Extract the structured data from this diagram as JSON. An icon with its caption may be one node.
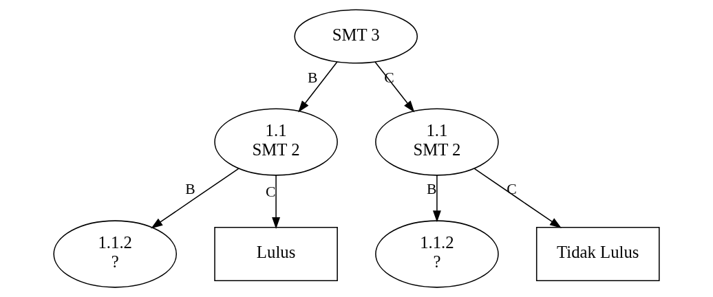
{
  "diagram": {
    "nodes": [
      {
        "text": [
          "SMT 3"
        ]
      },
      {
        "text": [
          "1.1",
          "SMT 2"
        ]
      },
      {
        "text": [
          "1.1",
          "SMT 2"
        ]
      },
      {
        "text": [
          "1.1.2",
          "?"
        ]
      },
      {
        "text": [
          "Lulus"
        ]
      },
      {
        "text": [
          "1.1.2",
          "?"
        ]
      },
      {
        "text": [
          "Tidak Lulus"
        ]
      }
    ],
    "edges": [
      {
        "from": 0,
        "to": 1,
        "arrow": "to",
        "label": "B"
      },
      {
        "from": 0,
        "to": 2,
        "arrow": "to",
        "label": "C"
      },
      {
        "from": 1,
        "to": 3,
        "arrow": "to",
        "label": "B"
      },
      {
        "from": 1,
        "to": 4,
        "arrow": "to",
        "label": "C"
      },
      {
        "from": 2,
        "to": 5,
        "arrow": "to",
        "label": "B"
      },
      {
        "from": 2,
        "to": 6,
        "arrow": "to",
        "label": "C"
      }
    ]
  }
}
